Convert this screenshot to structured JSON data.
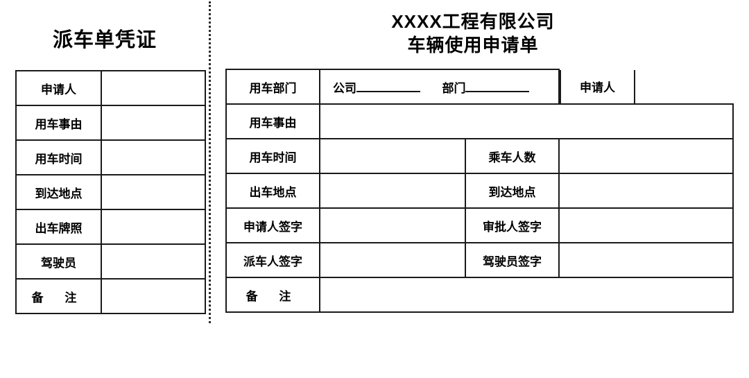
{
  "stub": {
    "title": "派车单凭证",
    "rows": [
      {
        "label": "申请人",
        "value": ""
      },
      {
        "label": "用车事由",
        "value": ""
      },
      {
        "label": "用车时间",
        "value": ""
      },
      {
        "label": "到达地点",
        "value": ""
      },
      {
        "label": "出车牌照",
        "value": ""
      },
      {
        "label": "驾驶员",
        "value": ""
      },
      {
        "label": "备  注",
        "value": ""
      }
    ]
  },
  "form": {
    "title_line1": "XXXX工程有限公司",
    "title_line2": "车辆使用申请单",
    "row1": {
      "label": "用车部门",
      "company_label": "公司",
      "department_label": "部门",
      "company_value": "",
      "department_value": "",
      "applicant_label": "申请人",
      "applicant_value": ""
    },
    "row2": {
      "label": "用车事由",
      "value": ""
    },
    "row3": {
      "label_left": "用车时间",
      "value_left": "",
      "label_right": "乘车人数",
      "value_right": ""
    },
    "row4": {
      "label_left": "出车地点",
      "value_left": "",
      "label_right": "到达地点",
      "value_right": ""
    },
    "row5": {
      "label_left": "申请人签字",
      "value_left": "",
      "label_right": "审批人签字",
      "value_right": ""
    },
    "row6": {
      "label_left": "派车人签字",
      "value_left": "",
      "label_right": "驾驶员签字",
      "value_right": ""
    },
    "row7": {
      "label": "备  注",
      "value": ""
    }
  },
  "colors": {
    "background": "#ffffff",
    "ink": "#000000",
    "rule": "#1a1a1a",
    "divider": "#2b2b2b"
  }
}
